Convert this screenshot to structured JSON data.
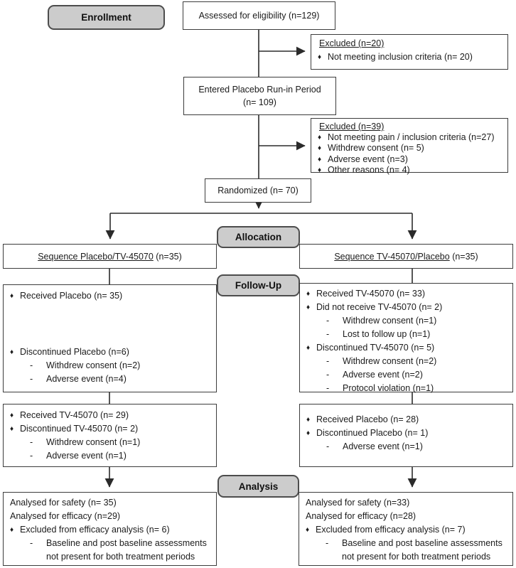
{
  "colors": {
    "box_border": "#3c3c3c",
    "stage_fill": "#cccccc",
    "stage_border": "#4d4d4d",
    "line": "#2b2b2b",
    "text": "#1b1b1b"
  },
  "markers": {
    "bullet": "♦",
    "dash": "-"
  },
  "stage_labels": {
    "enrollment": "Enrollment",
    "allocation": "Allocation",
    "followup": "Follow-Up",
    "analysis": "Analysis"
  },
  "boxes": {
    "assessed": {
      "line1": "Assessed for eligibility (n=129)"
    },
    "excluded_screening": {
      "title": "Excluded (n=20)",
      "items": [
        {
          "t": "b",
          "text": "Not meeting inclusion criteria (n= 20)"
        }
      ]
    },
    "runin": {
      "line1": "Entered Placebo Run-in Period",
      "line2": "(n= 109)"
    },
    "excluded_runin": {
      "title": "Excluded (n=39)",
      "items": [
        {
          "t": "b",
          "text": "Not meeting pain / inclusion criteria (n=27)"
        },
        {
          "t": "b",
          "text": "Withdrew consent (n= 5)"
        },
        {
          "t": "b",
          "text": "Adverse event (n=3)"
        },
        {
          "t": "b",
          "text": "Other reasons (n= 4)"
        }
      ]
    },
    "randomized": {
      "line1": "Randomized (n= 70)"
    },
    "seq_left": {
      "title": "Sequence Placebo/TV-45070",
      "suffix": " (n=35)"
    },
    "seq_right": {
      "title": "Sequence TV-45070/Placebo",
      "suffix": " (n=35)"
    },
    "left_followup1": {
      "items": [
        {
          "t": "b",
          "text": "Received Placebo (n= 35)"
        },
        {
          "t": "g",
          "h": 60
        },
        {
          "t": "b",
          "text": "Discontinued Placebo (n=6)"
        },
        {
          "t": "d",
          "text": "Withdrew consent (n=2)"
        },
        {
          "t": "d",
          "text": "Adverse event (n=4)"
        }
      ]
    },
    "right_followup1": {
      "items": [
        {
          "t": "b",
          "text": "Received TV-45070 (n= 33)"
        },
        {
          "t": "b",
          "text": "Did not receive TV-45070 (n= 2)"
        },
        {
          "t": "d",
          "text": "Withdrew consent (n=1)"
        },
        {
          "t": "d",
          "text": "Lost to follow up (n=1)"
        },
        {
          "t": "b",
          "text": "Discontinued TV-45070 (n= 5)"
        },
        {
          "t": "d",
          "text": "Withdrew consent (n=2)"
        },
        {
          "t": "d",
          "text": "Adverse event (n=2)"
        },
        {
          "t": "d",
          "text": "Protocol violation (n=1)"
        }
      ]
    },
    "left_followup2": {
      "items": [
        {
          "t": "b",
          "text": "Received TV-45070 (n= 29)"
        },
        {
          "t": "b",
          "text": "Discontinued TV-45070 (n= 2)"
        },
        {
          "t": "d",
          "text": "Withdrew consent (n=1)"
        },
        {
          "t": "d",
          "text": "Adverse event (n=1)"
        }
      ]
    },
    "right_followup2": {
      "items": [
        {
          "t": "b",
          "text": "Received Placebo (n= 28)"
        },
        {
          "t": "b",
          "text": "Discontinued Placebo (n= 1)"
        },
        {
          "t": "d",
          "text": "Adverse event (n=1)"
        }
      ]
    },
    "left_analysis": {
      "items": [
        {
          "t": "p",
          "text": "Analysed for safety (n= 35)"
        },
        {
          "t": "p",
          "text": "Analysed for efficacy (n=29)"
        },
        {
          "t": "b",
          "text": "Excluded from efficacy analysis (n= 6)"
        },
        {
          "t": "d",
          "text": "Baseline and post baseline assessments not present for both treatment periods"
        }
      ]
    },
    "right_analysis": {
      "items": [
        {
          "t": "p",
          "text": "Analysed for safety (n=33)"
        },
        {
          "t": "p",
          "text": "Analysed for efficacy (n=28)"
        },
        {
          "t": "b",
          "text": "Excluded from efficacy analysis (n= 7)"
        },
        {
          "t": "d",
          "text": "Baseline and post baseline assessments not present for both treatment periods"
        }
      ]
    }
  }
}
